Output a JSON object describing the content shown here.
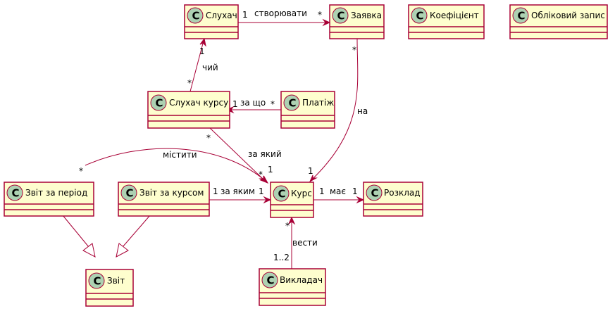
{
  "classes": {
    "sluhach": {
      "name": "Слухач",
      "stereotype_letter": "C"
    },
    "zayavka": {
      "name": "Заявка",
      "stereotype_letter": "C"
    },
    "koef": {
      "name": "Коефіцієнт",
      "stereotype_letter": "C"
    },
    "oblik": {
      "name": "Обліковий запис",
      "stereotype_letter": "C"
    },
    "sluhach_kursu": {
      "name": "Слухач курсу",
      "stereotype_letter": "C"
    },
    "platizh": {
      "name": "Платіж",
      "stereotype_letter": "C"
    },
    "zvit_period": {
      "name": "Звіт за період",
      "stereotype_letter": "C"
    },
    "zvit_kurs": {
      "name": "Звіт за курсом",
      "stereotype_letter": "C"
    },
    "kurs": {
      "name": "Курс",
      "stereotype_letter": "C"
    },
    "rozklad": {
      "name": "Розклад",
      "stereotype_letter": "C"
    },
    "zvit": {
      "name": "Звіт",
      "stereotype_letter": "C"
    },
    "vykladach": {
      "name": "Викладач",
      "stereotype_letter": "C"
    }
  },
  "relations": {
    "stvoryuvaty": {
      "label": "створювати",
      "from_mult": "1",
      "to_mult": "*"
    },
    "chyi": {
      "label": "чий",
      "from_mult": "*",
      "to_mult": "1"
    },
    "na": {
      "label": "на",
      "from_mult": "*",
      "to_mult": "1"
    },
    "za_shcho": {
      "label": "за що",
      "from_mult": "*",
      "to_mult": "1"
    },
    "za_yakyi": {
      "label": "за який",
      "from_mult": "*",
      "to_mult": "1"
    },
    "mistyty": {
      "label": "містити",
      "from_mult": "*",
      "to_mult": "*"
    },
    "za_yakym": {
      "label": "за яким",
      "from_mult": "1",
      "to_mult": "1"
    },
    "maye": {
      "label": "має",
      "from_mult": "1",
      "to_mult": "1"
    },
    "vesty": {
      "label": "вести",
      "from_mult": "1..2",
      "to_mult": "*"
    }
  }
}
